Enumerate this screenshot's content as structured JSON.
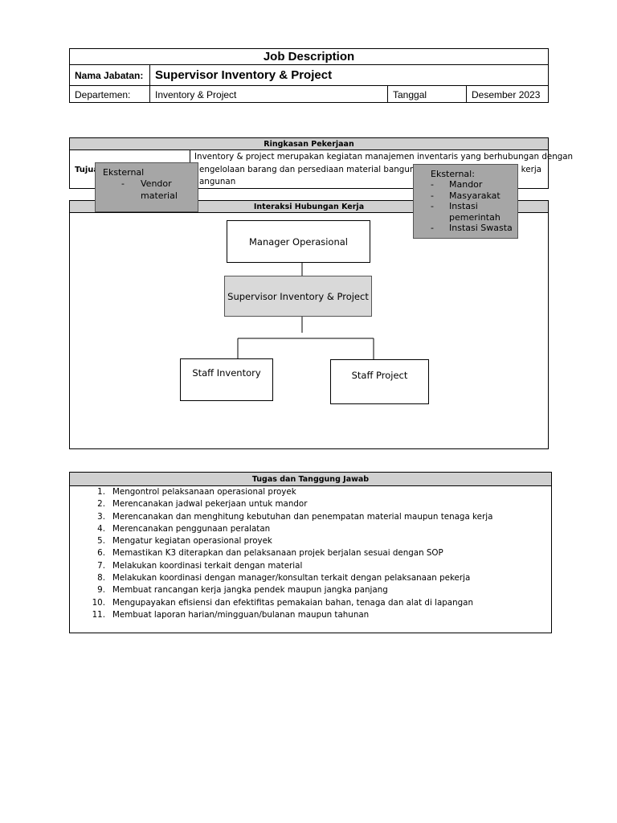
{
  "header": {
    "title": "Job Description",
    "jabatan_label": "Nama Jabatan:",
    "jabatan_value": "Supervisor Inventory & Project",
    "departemen_label": "Departemen:",
    "departemen_value": "Inventory & Project",
    "tanggal_label": "Tanggal",
    "tanggal_value": "Desember 2023"
  },
  "ringkasan": {
    "heading": "Ringkasan Pekerjaan",
    "row_label": "Tujua",
    "text_line1": "Inventory & project merupakan kegiatan manajemen inventaris yang berhubungan dengan",
    "text_line2_left": "engelolaan barang dan persediaan material bangunan se",
    "text_line2_right": "al kerja",
    "text_line3": "angunan"
  },
  "overlay_left": {
    "title": "Eksternal",
    "bullet": "-",
    "items": [
      "Vendor",
      "material"
    ]
  },
  "overlay_right": {
    "title": "Eksternal:",
    "items": [
      {
        "bullet": "-",
        "text": "Mandor"
      },
      {
        "bullet": "-",
        "text": "Masyarakat"
      },
      {
        "bullet": "-",
        "text": "Instasi"
      },
      {
        "bullet": "",
        "text": "pemerintah"
      },
      {
        "bullet": "-",
        "text": "Instasi Swasta"
      }
    ]
  },
  "interaksi": {
    "heading": "Interaksi Hubungan Kerja",
    "manager": "Manager Operasional",
    "supervisor": "Supervisor Inventory & Project",
    "staff_inventory": "Staff Inventory",
    "staff_project": "Staff Project"
  },
  "tugas": {
    "heading": "Tugas dan Tanggung Jawab",
    "items": [
      {
        "no": "1.",
        "text": "Mengontrol pelaksanaan operasional proyek"
      },
      {
        "no": "2.",
        "text": "Merencanakan jadwal pekerjaan untuk mandor"
      },
      {
        "no": "3.",
        "text": "Merencanakan dan menghitung kebutuhan dan penempatan material maupun tenaga kerja"
      },
      {
        "no": "4.",
        "text": "Merencanakan penggunaan peralatan"
      },
      {
        "no": "5.",
        "text": "Mengatur kegiatan operasional proyek"
      },
      {
        "no": "6.",
        "text": "Memastikan K3 diterapkan dan pelaksanaan projek berjalan sesuai dengan SOP"
      },
      {
        "no": "7.",
        "text": "Melakukan koordinasi terkait dengan material"
      },
      {
        "no": "8.",
        "text": "Melakukan koordinasi dengan manager/konsultan terkait dengan pelaksanaan pekerja"
      },
      {
        "no": "9.",
        "text": "Membuat rancangan kerja jangka pendek maupun jangka panjang"
      },
      {
        "no": "10.",
        "text": "Mengupayakan efisiensi dan efektifitas pemakaian bahan, tenaga dan alat di lapangan"
      },
      {
        "no": "11.",
        "text": "Membuat laporan harian/mingguan/bulanan maupun tahunan"
      }
    ]
  }
}
